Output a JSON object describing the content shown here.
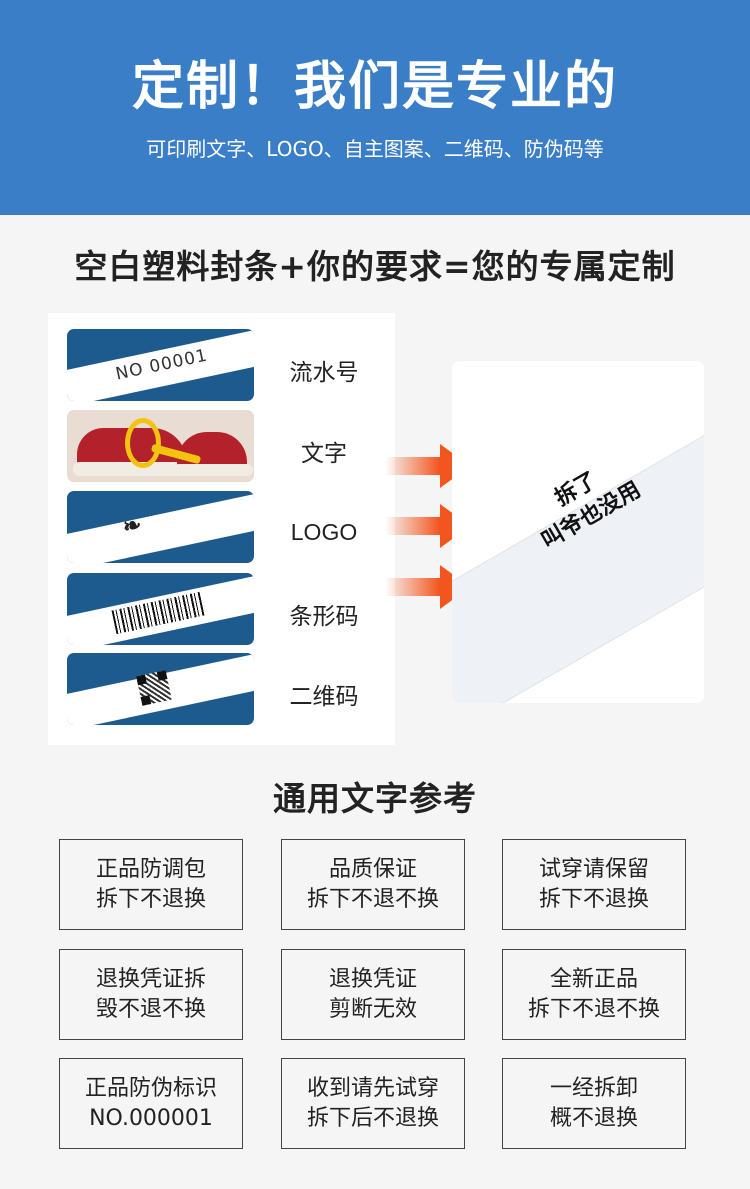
{
  "header": {
    "title": "定制！我们是专业的",
    "subtitle": "可印刷文字、LOGO、自主图案、二维码、防伪码等"
  },
  "formula": "空白塑料封条+你的要求=您的专属定制",
  "options": [
    {
      "label": "流水号",
      "sample_text": "NO 00001",
      "icon": "serial-number-sample"
    },
    {
      "label": "文字",
      "icon": "shoe-tag-sample"
    },
    {
      "label": "LOGO",
      "icon": "logo-sample"
    },
    {
      "label": "条形码",
      "icon": "barcode-sample"
    },
    {
      "label": "二维码",
      "icon": "qr-code-sample"
    }
  ],
  "preview": {
    "line1": "拆了",
    "line2": "叫爷也没用"
  },
  "reference_title": "通用文字参考",
  "references": [
    {
      "line1": "正品防调包",
      "line2": "拆下不退换"
    },
    {
      "line1": "品质保证",
      "line2": "拆下不退不换"
    },
    {
      "line1": "试穿请保留",
      "line2": "拆下不退换"
    },
    {
      "line1": "退换凭证拆",
      "line2": "毁不退不换"
    },
    {
      "line1": "退换凭证",
      "line2": "剪断无效"
    },
    {
      "line1": "全新正品",
      "line2": "拆下不退不换"
    },
    {
      "line1": "正品防伪标识",
      "line2": "NO.000001"
    },
    {
      "line1": "收到请先试穿",
      "line2": "拆下后不退换"
    },
    {
      "line1": "一经拆卸",
      "line2": "概不退换"
    }
  ],
  "colors": {
    "header_bg": "#3a7ec7",
    "arrow": "#f2551e",
    "sample_bg": "#1d5a8e"
  }
}
